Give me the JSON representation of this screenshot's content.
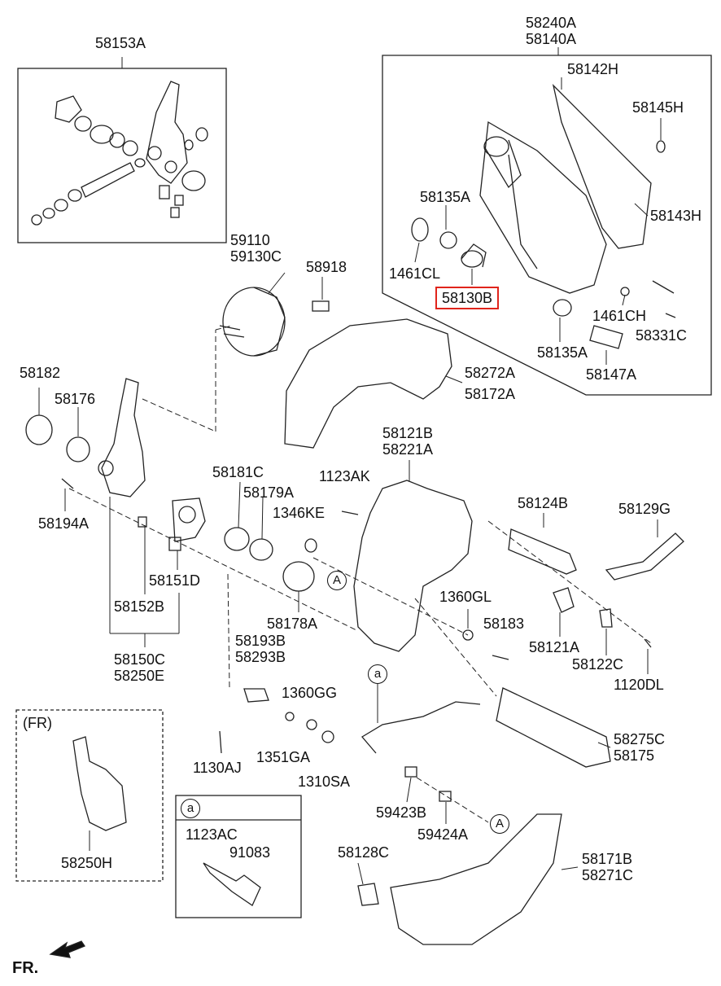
{
  "parts": {
    "p58153A": "58153A",
    "p58240A": "58240A",
    "p58140A": "58140A",
    "p58142H": "58142H",
    "p58145H": "58145H",
    "p58143H": "58143H",
    "p58135A_top": "58135A",
    "p1461CL": "1461CL",
    "p58130B": "58130B",
    "p1461CH": "1461CH",
    "p58331C": "58331C",
    "p58135A_bot": "58135A",
    "p58147A": "58147A",
    "p59110": "59110",
    "p59130C": "59130C",
    "p58918": "58918",
    "p58182": "58182",
    "p58176": "58176",
    "p58272A": "58272A",
    "p58172A": "58172A",
    "p58121B": "58121B",
    "p58221A": "58221A",
    "p58181C": "58181C",
    "p1123AK": "1123AK",
    "p58179A": "58179A",
    "p1346KE": "1346KE",
    "p58124B": "58124B",
    "p58129G": "58129G",
    "p58194A": "58194A",
    "p58151D": "58151D",
    "p58152B": "58152B",
    "p58178A": "58178A",
    "p1360GL": "1360GL",
    "p58183": "58183",
    "p58121A": "58121A",
    "p58150C": "58150C",
    "p58250E": "58250E",
    "p58193B": "58193B",
    "p58293B": "58293B",
    "p58122C": "58122C",
    "p1120DL": "1120DL",
    "p1360GG": "1360GG",
    "p58275C": "58275C",
    "p58175": "58175",
    "p1130AJ": "1130AJ",
    "p1351GA": "1351GA",
    "p1310SA": "1310SA",
    "p59423B": "59423B",
    "p59424A": "59424A",
    "p58250H": "58250H",
    "p1123AC": "1123AC",
    "p91083": "91083",
    "p58128C": "58128C",
    "p58171B": "58171B",
    "p58271C": "58271C"
  },
  "markers": {
    "fr_box": "(FR)",
    "ref_a_box": "a",
    "ref_a_cable": "a",
    "ref_A_left": "A",
    "ref_A_right": "A",
    "direction": "FR."
  },
  "highlight_color": "#e0241b"
}
